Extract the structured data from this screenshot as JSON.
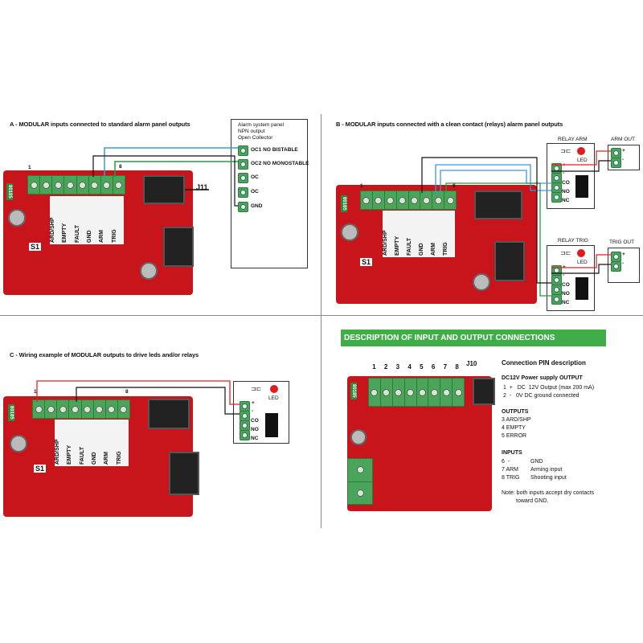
{
  "panels": {
    "a": {
      "title": "A - MODULAR inputs connected to standard alarm panel outputs"
    },
    "b": {
      "title": "B -  MODULAR inputs connected with a clean contact (relays) alarm panel outputs"
    },
    "c": {
      "title": "C -  Wiring example of MODULAR outputs to drive leds and/or relays"
    }
  },
  "board": {
    "pin_labels": [
      "ARD/SHP",
      "EMPTY",
      "FAULT",
      "GND",
      "ARM",
      "TRIG"
    ],
    "pin1": "1",
    "pin8": "8",
    "s1": "S1",
    "j11": "J11",
    "chip": "80185"
  },
  "alarm_panel": {
    "heading": [
      "Alarm system panel",
      "NPN output",
      "Open Collector"
    ],
    "rows": [
      "OC1 NO BISTABLE",
      "OC2 NO MONOSTABLE",
      "OC",
      "OC",
      "GND"
    ]
  },
  "relay_arm": {
    "title": "RELAY ARM",
    "led": "LED",
    "plus": "+",
    "minus": "-",
    "co": "CO",
    "no": "NO",
    "nc": "NC"
  },
  "relay_trig": {
    "title": "RELAY TRIG",
    "led": "LED",
    "plus": "+",
    "minus": "-",
    "co": "CO",
    "no": "NO",
    "nc": "NC"
  },
  "arm_out": {
    "title": "ARM OUT",
    "plus": "+",
    "minus": "-"
  },
  "trig_out": {
    "title": "TRIG OUT",
    "plus": "+",
    "minus": "-"
  },
  "relay_c": {
    "led": "LED",
    "plus": "+",
    "minus": "-",
    "co": "CO",
    "no": "NO",
    "nc": "NC"
  },
  "description": {
    "banner": "DESCRIPTION OF INPUT AND OUTPUT CONNECTIONS",
    "pin_numbers": [
      "1",
      "2",
      "3",
      "4",
      "5",
      "6",
      "7",
      "8"
    ],
    "j10": "J10",
    "heading": "Connection PIN description",
    "power_title": "DC12V Power supply OUTPUT",
    "power_lines": [
      "1  +   DC  12V Output (max 200 mA)",
      "2  -   0V DC ground connected"
    ],
    "outputs_title": "OUTPUTS",
    "outputs": [
      "3 ARD/SHP",
      "4 EMPTY",
      "5 ERROR"
    ],
    "inputs_title": "INPUTS",
    "inputs": [
      {
        "pin": "6  -",
        "desc": "GND"
      },
      {
        "pin": "7 ARM",
        "desc": "Arming input"
      },
      {
        "pin": "8 TRIG",
        "desc": "Shooting input"
      }
    ],
    "note": [
      "Note: both inputs accept dry contacts",
      "toward GND."
    ]
  },
  "colors": {
    "board": "#c8141b",
    "terminal": "#4aa55a",
    "wire_blue": "#3a9ad9",
    "wire_green": "#1f9e3a",
    "wire_red": "#e02020",
    "wire_black": "#111111",
    "banner": "#3fae49"
  }
}
